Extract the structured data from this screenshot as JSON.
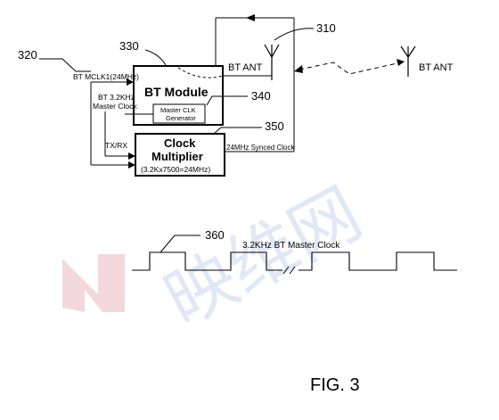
{
  "labels": {
    "ref_310": "310",
    "ref_320": "320",
    "ref_330": "330",
    "ref_340": "340",
    "ref_350": "350",
    "ref_360": "360",
    "bt_mclk": "BT MCLK1(24MHz)",
    "bt_module": "BT Module",
    "bt_ant_left": "BT ANT",
    "bt_ant_right": "BT ANT",
    "bt_clock_line1": "BT 3.2KHz",
    "bt_clock_line2": "Master Clock",
    "master_clk_line1": "Master CLK",
    "master_clk_line2": "Generator",
    "clock_mult_line1": "Clock",
    "clock_mult_line2": "Multiplier",
    "clock_mult_formula": "(3.2Kx7500=24MHz)",
    "txrx": "TX/RX",
    "synced_clock": "24MHz Synced Clock",
    "waveform_label": "3.2KHz BT Master Clock",
    "figure_caption": "FIG. 3"
  },
  "watermark": {
    "text": "映维网",
    "color": "#c9d6ee"
  },
  "colors": {
    "line": "#000000",
    "watermark_logo": "#e8b8bf"
  }
}
